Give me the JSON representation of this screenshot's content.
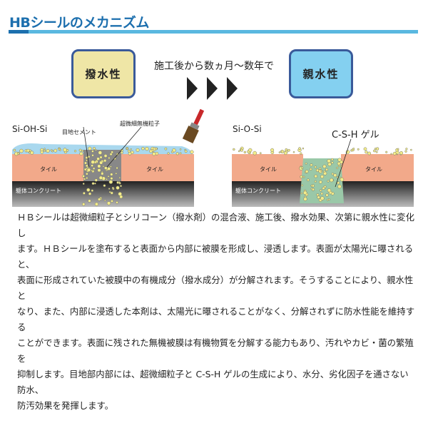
{
  "title": "HBシールのメカニズム",
  "flow": {
    "before": "撥水性",
    "transition": "施工後から数ヵ月～数年で",
    "after": "親水性"
  },
  "diagram_left": {
    "formula": "Si-OH-Si",
    "label_joint": "目地セメント",
    "label_particles": "超微細無機粒子",
    "tile": "タイル",
    "concrete": "躯体コンクリート"
  },
  "diagram_right": {
    "formula": "Si-O-Si",
    "label_gel": "C-S-H ゲル",
    "tile": "タイル",
    "concrete": "躯体コンクリート"
  },
  "paragraph": [
    "ＨＢシールは超微細粒子とシリコーン（撥水剤）の混合液、施工後、撥水効果、次第に親水性に変化し",
    "ます。ＨＢシールを塗布すると表面から内部に被膜を形成し、浸透します。表面が太陽光に曝されると、",
    "表面に形成されていた被膜中の有機成分（撥水成分）が分解されます。そうすることにより、親水性と",
    "なり、また、内部に浸透した本剤は、太陽光に曝されることがなく、分解されずに防水性能を維持する",
    "ことができます。表面に残された無機被膜は有機物質を分解する能力もあり、汚れやカビ・菌の繁殖を",
    "抑制します。目地部内部には、超微細粒子と C-S-H ゲルの生成により、水分、劣化因子を通さない防水、",
    "防汚効果を発揮します。"
  ]
}
